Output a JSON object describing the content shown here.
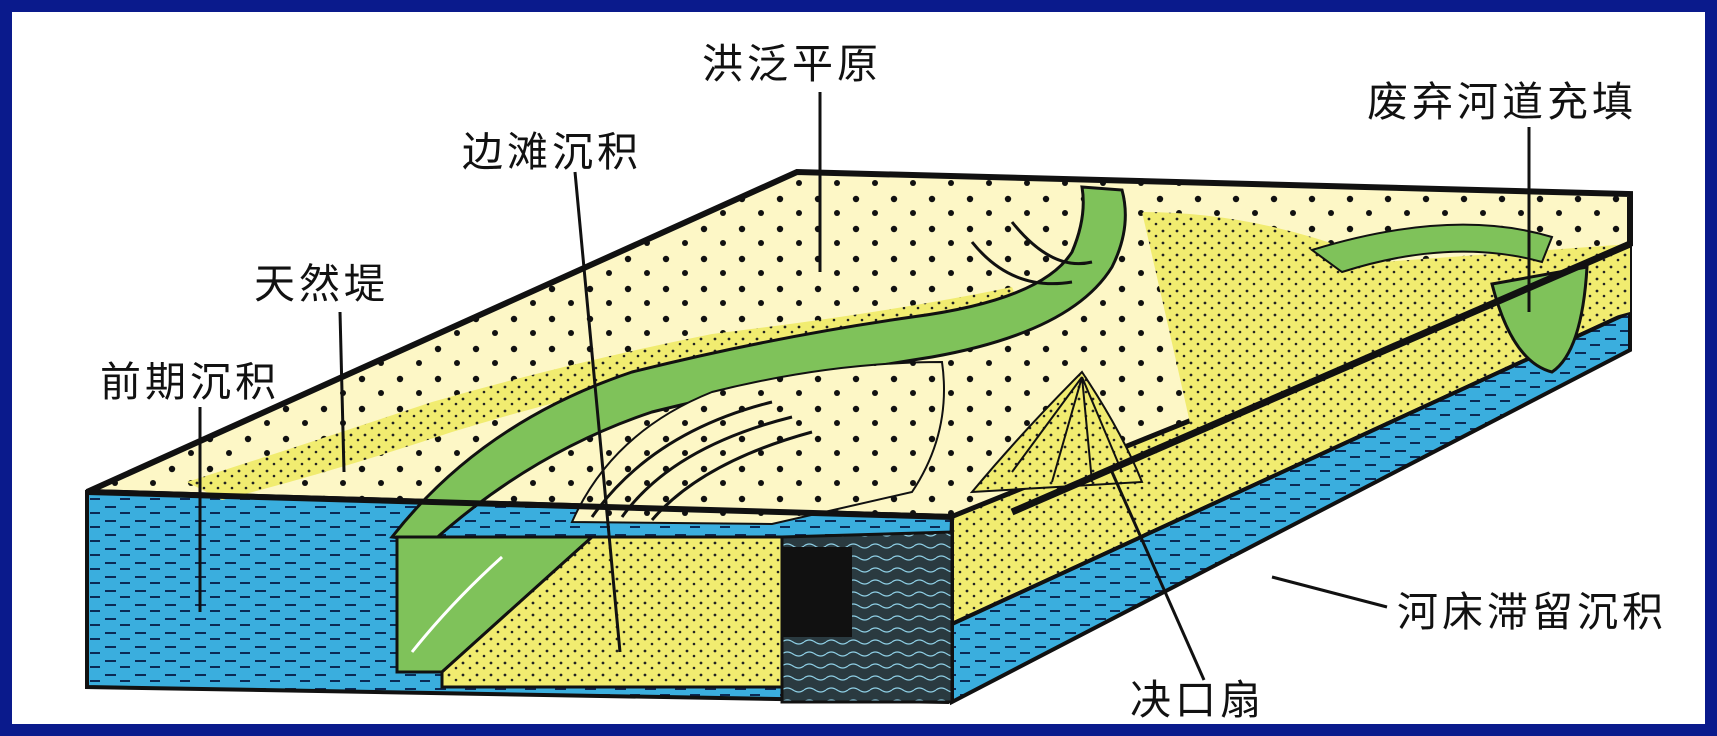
{
  "labels": {
    "flood_plain": "洪泛平原",
    "point_bar": "边滩沉积",
    "abandoned_channel_fill": "废弃河道充填",
    "natural_levee": "天然堤",
    "earlier_deposits": "前期沉积",
    "channel_lag": "河床滞留沉积",
    "crevasse_splay": "决口扇"
  },
  "colors": {
    "frame": "#0a1a8c",
    "cream": "#fdf7c6",
    "yellow": "#f1ec70",
    "green": "#7fc25a",
    "blue": "#3aaede",
    "black": "#111111"
  }
}
